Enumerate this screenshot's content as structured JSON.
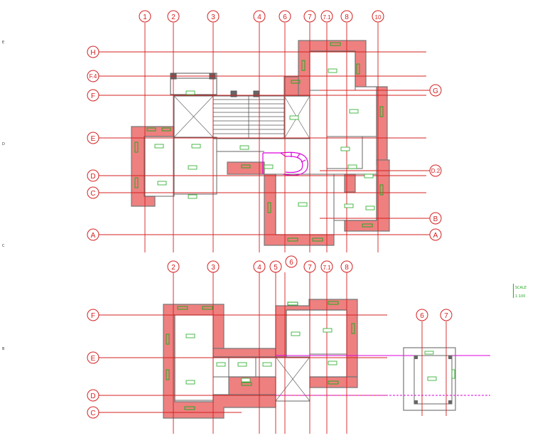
{
  "drawing": {
    "colors": {
      "grid": "#d42020",
      "wall_fill": "#ee8080",
      "wall_stroke": "#666666",
      "green": "#22aa22",
      "magenta": "#dd00dd",
      "background": "#ffffff"
    },
    "upper_plan": {
      "vertical_axes": [
        "1",
        "2",
        "3",
        "4",
        "6",
        "7",
        "7.1",
        "8",
        "10"
      ],
      "horizontal_axes_left": [
        "H",
        "F.4",
        "F",
        "E",
        "D",
        "C",
        "A"
      ],
      "horizontal_axes_right": [
        "G",
        "D.2",
        "B",
        "A"
      ]
    },
    "lower_plan_left": {
      "vertical_axes": [
        "2",
        "3",
        "4",
        "5",
        "6",
        "7",
        "7.1",
        "8"
      ],
      "horizontal_axes": [
        "F",
        "E",
        "D",
        "C"
      ]
    },
    "lower_plan_right": {
      "vertical_axes": [
        "6",
        "7"
      ]
    },
    "margin_marks": [
      "E",
      "D",
      "C",
      "B"
    ],
    "scale_note": "SCALE 1:100"
  }
}
